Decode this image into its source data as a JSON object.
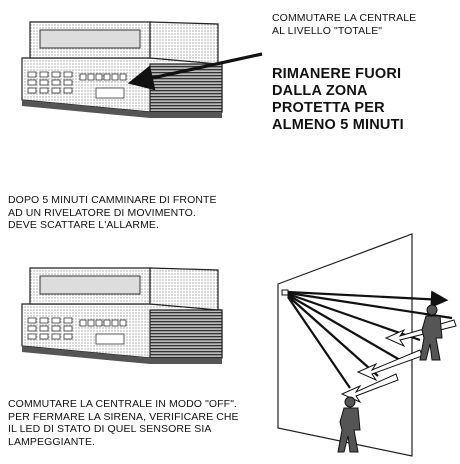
{
  "step1": {
    "instruction_lines": [
      "COMMUTARE LA CENTRALE",
      "AL LIVELLO \"TOTALE\""
    ],
    "warning_lines": [
      "RIMANERE FUORI",
      "DALLA ZONA",
      "PROTETTA PER",
      "ALMENO 5 MINUTI"
    ]
  },
  "step2": {
    "instruction_lines": [
      "DOPO 5 MINUTI CAMMINARE DI FRONTE",
      "AD UN RIVELATORE DI MOVIMENTO.",
      "DEVE SCATTARE L'ALLARME."
    ]
  },
  "step3": {
    "instruction_lines": [
      "COMMUTARE LA CENTRALE IN MODO \"OFF\".",
      "PER FERMARE LA SIRENA, VERIFICARE CHE",
      "IL LED DI STATO DI QUEL SENSORE SIA",
      "LAMPEGGIANTE."
    ]
  }
}
